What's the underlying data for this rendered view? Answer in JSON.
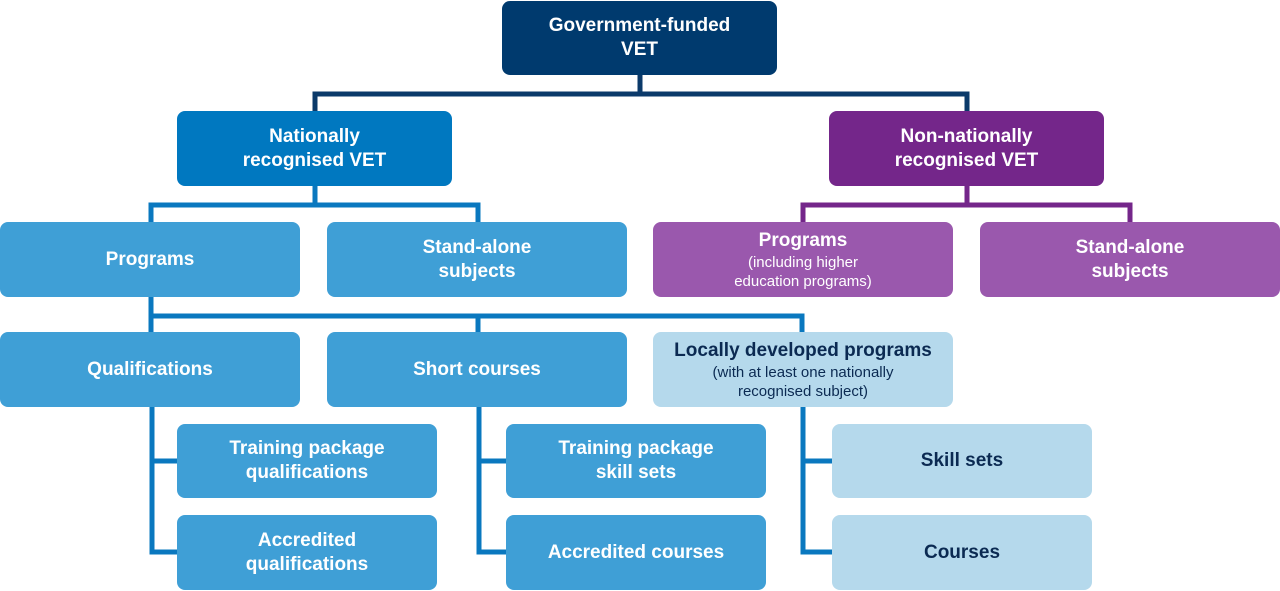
{
  "nodes": {
    "root": {
      "line1": "Government-funded",
      "line2": "VET"
    },
    "national": {
      "line1": "Nationally",
      "line2": "recognised VET"
    },
    "non_national": {
      "line1": "Non-nationally",
      "line2": "recognised VET"
    },
    "programs": {
      "line1": "Programs"
    },
    "standalone": {
      "line1": "Stand-alone",
      "line2": "subjects"
    },
    "nn_programs": {
      "line1": "Programs",
      "note1": "(including higher",
      "note2": "education programs)"
    },
    "nn_standalone": {
      "line1": "Stand-alone",
      "line2": "subjects"
    },
    "qualifications": {
      "line1": "Qualifications"
    },
    "short_courses": {
      "line1": "Short courses"
    },
    "local_programs": {
      "line1": "Locally developed programs",
      "note1": "(with at least one nationally",
      "note2": "recognised subject)"
    },
    "tp_qualifications": {
      "line1": "Training package",
      "line2": "qualifications"
    },
    "acc_qualifications": {
      "line1": "Accredited",
      "line2": "qualifications"
    },
    "tp_skill_sets": {
      "line1": "Training package",
      "line2": "skill sets"
    },
    "acc_courses": {
      "line1": "Accredited courses"
    },
    "skill_sets": {
      "line1": "Skill sets"
    },
    "courses": {
      "line1": "Courses"
    }
  },
  "colors": {
    "navy": "#003a6e",
    "national_blue": "#0078c0",
    "mid_blue": "#3f9fd6",
    "light_blue": "#b5d9ec",
    "purple_dark": "#74268a",
    "purple": "#9a58ad"
  }
}
